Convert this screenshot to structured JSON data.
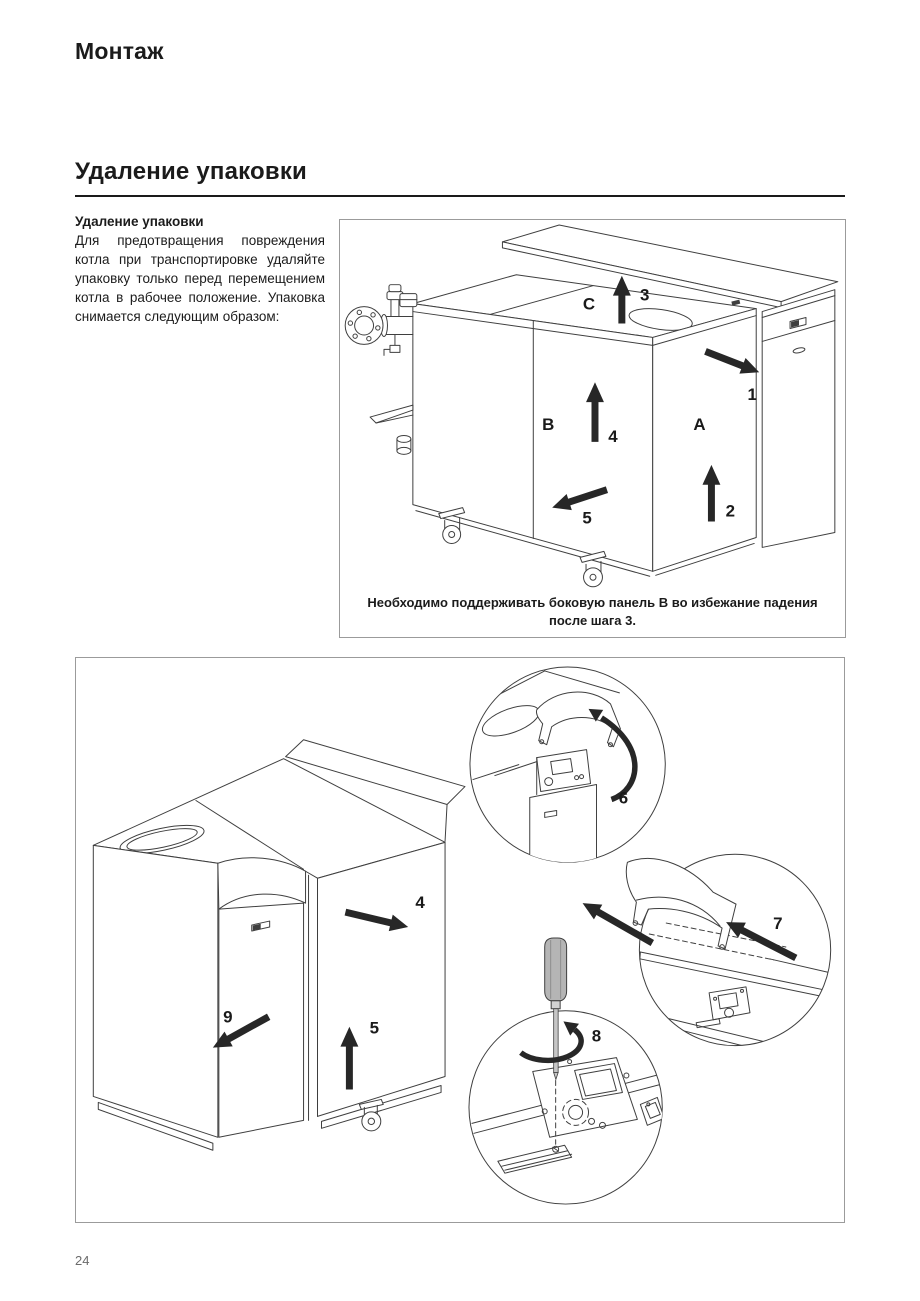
{
  "page": {
    "chapter_title": "Монтаж",
    "section_title": "Удаление упаковки",
    "page_number": "24"
  },
  "intro": {
    "heading": "Удаление упаковки",
    "lines": [
      "Для предотвращения повреждения",
      "котла при транспортировке удаляйте",
      "упаковку только перед перемещением",
      "котла в рабочее положение. Упаковка",
      "снимается следующим образом:"
    ]
  },
  "figure1": {
    "caption_line1": "Необходимо поддерживать боковую панель В во избежание падения",
    "caption_line2": "после шага 3.",
    "labels": {
      "panel_a": "A",
      "panel_b": "B",
      "panel_c": "C",
      "step1": "1",
      "step2": "2",
      "step3": "3",
      "step4": "4",
      "step5": "5"
    }
  },
  "figure2": {
    "labels": {
      "step4": "4",
      "step5": "5",
      "step6": "6",
      "step7": "7",
      "step8": "8",
      "step9": "9"
    }
  }
}
